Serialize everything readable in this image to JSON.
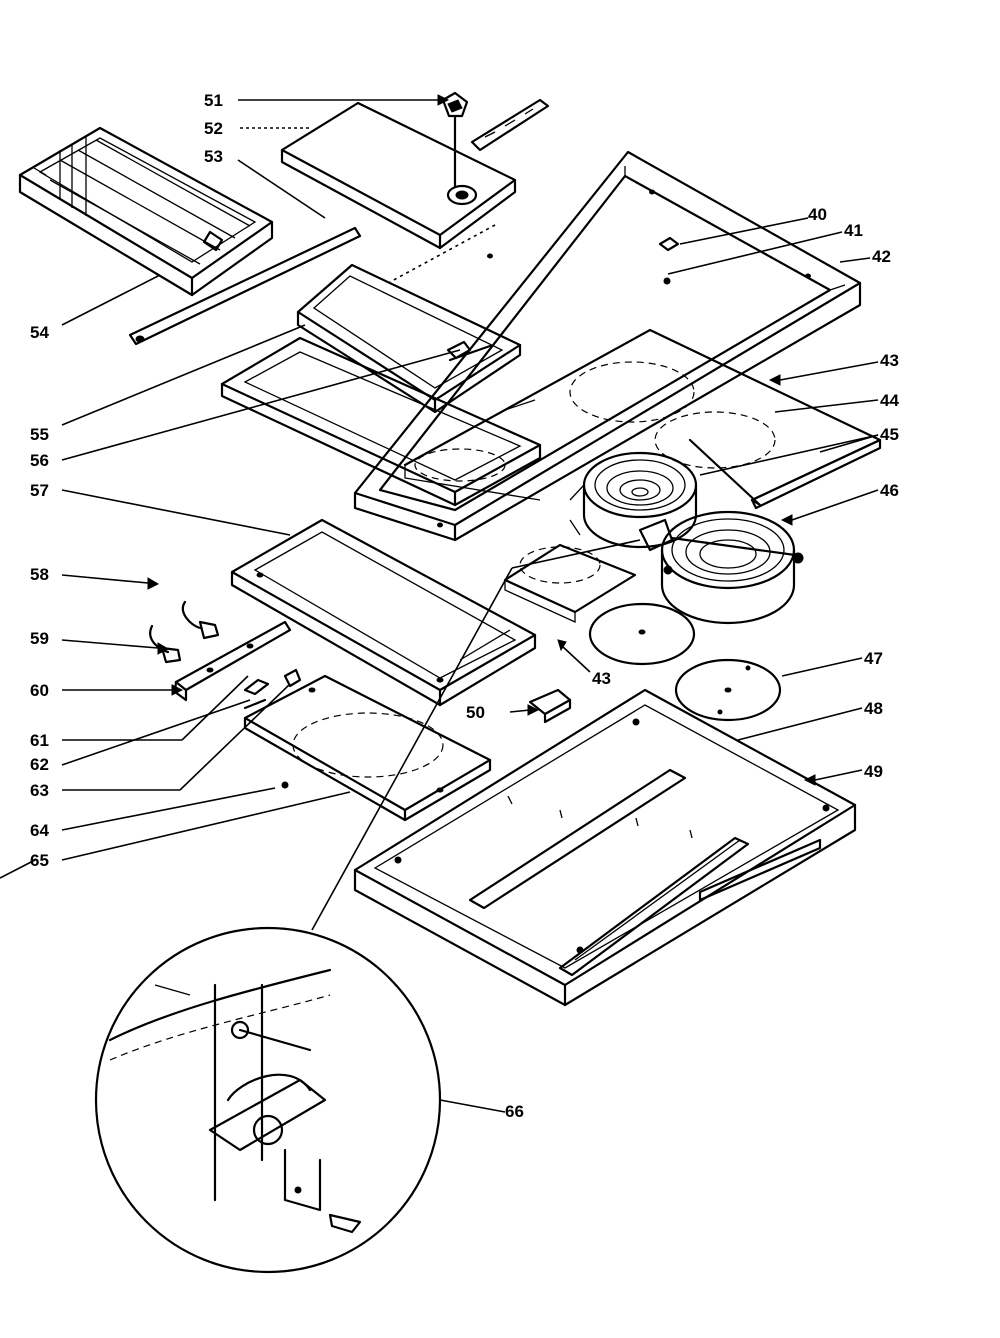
{
  "diagram": {
    "callouts": [
      {
        "id": "c40",
        "label": "40"
      },
      {
        "id": "c41",
        "label": "41"
      },
      {
        "id": "c42",
        "label": "42"
      },
      {
        "id": "c43a",
        "label": "43"
      },
      {
        "id": "c44",
        "label": "44"
      },
      {
        "id": "c45",
        "label": "45"
      },
      {
        "id": "c46",
        "label": "46"
      },
      {
        "id": "c43b",
        "label": "43"
      },
      {
        "id": "c47",
        "label": "47"
      },
      {
        "id": "c48",
        "label": "48"
      },
      {
        "id": "c49",
        "label": "49"
      },
      {
        "id": "c50",
        "label": "50"
      },
      {
        "id": "c51",
        "label": "51"
      },
      {
        "id": "c52",
        "label": "52"
      },
      {
        "id": "c53",
        "label": "53"
      },
      {
        "id": "c54",
        "label": "54"
      },
      {
        "id": "c55",
        "label": "55"
      },
      {
        "id": "c56",
        "label": "56"
      },
      {
        "id": "c57",
        "label": "57"
      },
      {
        "id": "c58",
        "label": "58"
      },
      {
        "id": "c59",
        "label": "59"
      },
      {
        "id": "c60",
        "label": "60"
      },
      {
        "id": "c61",
        "label": "61"
      },
      {
        "id": "c62",
        "label": "62"
      },
      {
        "id": "c63",
        "label": "63"
      },
      {
        "id": "c64",
        "label": "64"
      },
      {
        "id": "c65",
        "label": "65"
      },
      {
        "id": "c66",
        "label": "66"
      }
    ]
  }
}
